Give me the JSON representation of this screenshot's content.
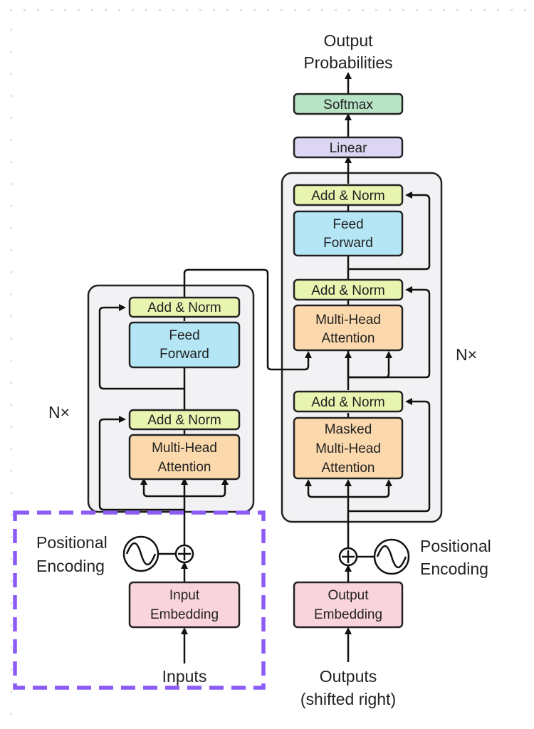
{
  "output": {
    "line1": "Output",
    "line2": "Probabilities"
  },
  "softmax": "Softmax",
  "linear": "Linear",
  "decoder": {
    "add_norm_top": "Add & Norm",
    "feed_forward": [
      "Feed",
      "Forward"
    ],
    "add_norm_mid": "Add & Norm",
    "cross_attention": [
      "Multi-Head",
      "Attention"
    ],
    "add_norm_bottom": "Add & Norm",
    "masked_attention": [
      "Masked",
      "Multi-Head",
      "Attention"
    ],
    "repeat": "N×"
  },
  "encoder": {
    "add_norm_top": "Add & Norm",
    "feed_forward": [
      "Feed",
      "Forward"
    ],
    "add_norm_bottom": "Add & Norm",
    "attention": [
      "Multi-Head",
      "Attention"
    ],
    "repeat": "N×"
  },
  "positional_encoding_left": [
    "Positional",
    "Encoding"
  ],
  "positional_encoding_right": [
    "Positional",
    "Encoding"
  ],
  "input_embedding": [
    "Input",
    "Embedding"
  ],
  "output_embedding": [
    "Output",
    "Embedding"
  ],
  "inputs": "Inputs",
  "outputs": [
    "Outputs",
    "(shifted right)"
  ],
  "colors": {
    "add_norm": "#e8f5b0",
    "feed_forward": "#b4e6f6",
    "attention": "#fcd9ad",
    "embedding": "#f9d4dc",
    "softmax": "#b8e4c6",
    "linear": "#dcd6f2",
    "stack_bg": "#f2f2f4",
    "highlight": "#8b5cf6"
  }
}
